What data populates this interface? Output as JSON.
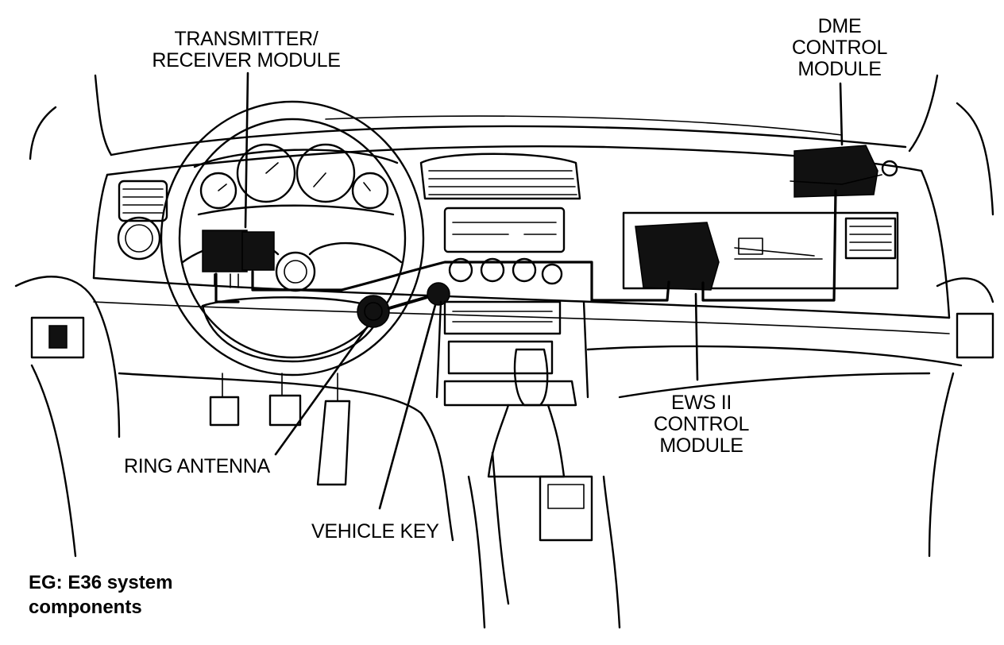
{
  "labels": {
    "transmitter_line1": "TRANSMITTER/",
    "transmitter_line2": "RECEIVER  MODULE",
    "dme_line1": "DME",
    "dme_line2": "CONTROL",
    "dme_line3": "MODULE",
    "ews_line1": "EWS II",
    "ews_line2": "CONTROL",
    "ews_line3": "MODULE",
    "ring_antenna": "RING ANTENNA",
    "vehicle_key": "VEHICLE KEY"
  },
  "caption": {
    "line1": "EG: E36 system",
    "line2": "components"
  }
}
